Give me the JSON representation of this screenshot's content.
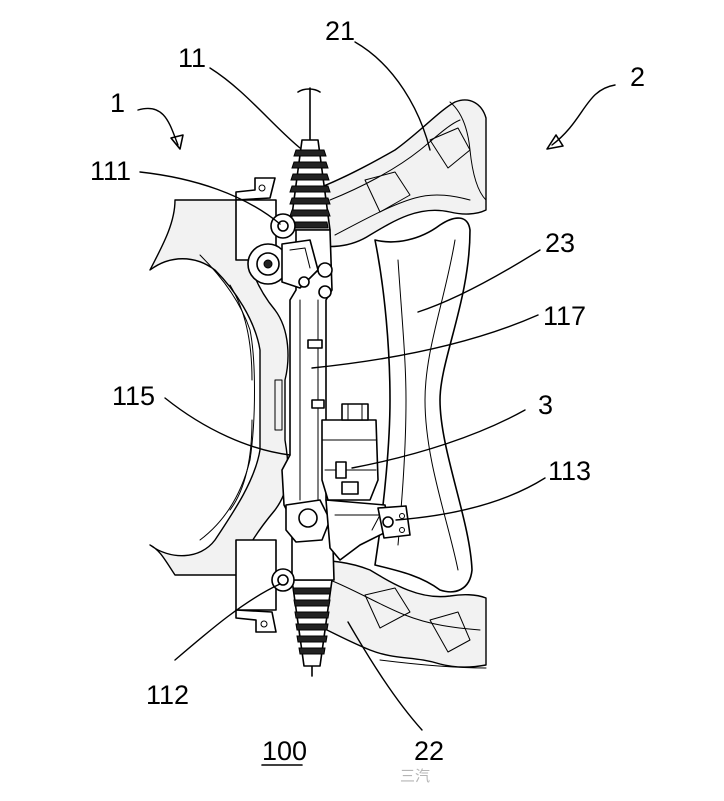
{
  "labels": {
    "l1": "1",
    "l2": "2",
    "l11": "11",
    "l21": "21",
    "l111": "111",
    "l23": "23",
    "l117": "117",
    "l115": "115",
    "l3": "3",
    "l113": "113",
    "l112": "112",
    "l22": "22",
    "l100": "100"
  },
  "watermark": {
    "text": "三汽"
  }
}
